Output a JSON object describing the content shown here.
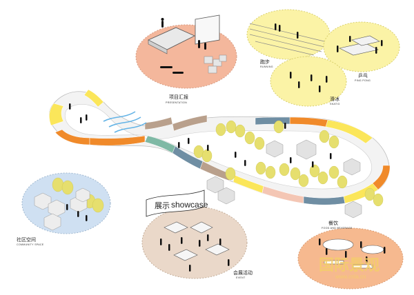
{
  "zones": [
    {
      "key": "presentation",
      "label_cn": "项目汇报",
      "label_en": "PRESENTATION",
      "color": "#f4b79c"
    },
    {
      "key": "running",
      "label_cn": "跑步",
      "label_en": "RUNNING",
      "color": "#fbf3a6"
    },
    {
      "key": "pingpong",
      "label_cn": "乒乓",
      "label_en": "PING PONG",
      "color": "#fbf3a6"
    },
    {
      "key": "skating",
      "label_cn": "滑冰",
      "label_en": "SKATIG",
      "color": "#fbf3a6"
    },
    {
      "key": "community",
      "label_cn": "社区空间",
      "label_en": "COMMUNITY SPACE",
      "color": "#cfe0f2"
    },
    {
      "key": "event",
      "label_cn": "会展活动",
      "label_en": "EVENT",
      "color": "#ead8c9"
    },
    {
      "key": "food",
      "label_cn": "餐饮",
      "label_en": "FOOD AND BEVERAGE",
      "color": "#f6b98f"
    }
  ],
  "showcase_sign": {
    "cn": "展示",
    "en": "showcase"
  },
  "watermark": {
    "text": "国际景观",
    "url": "www.cnla.cn"
  },
  "colors": {
    "track_white": "#f3f3f3",
    "track_yellow": "#fbe65a",
    "track_orange": "#f08a2a",
    "track_teal": "#7fb9a5",
    "track_slate": "#6f8ea3",
    "track_tan": "#b9a08c",
    "track_pink": "#f4c6b4",
    "tree": "#e6df6e",
    "box": "#e2e2e2",
    "figure": "#111111"
  }
}
